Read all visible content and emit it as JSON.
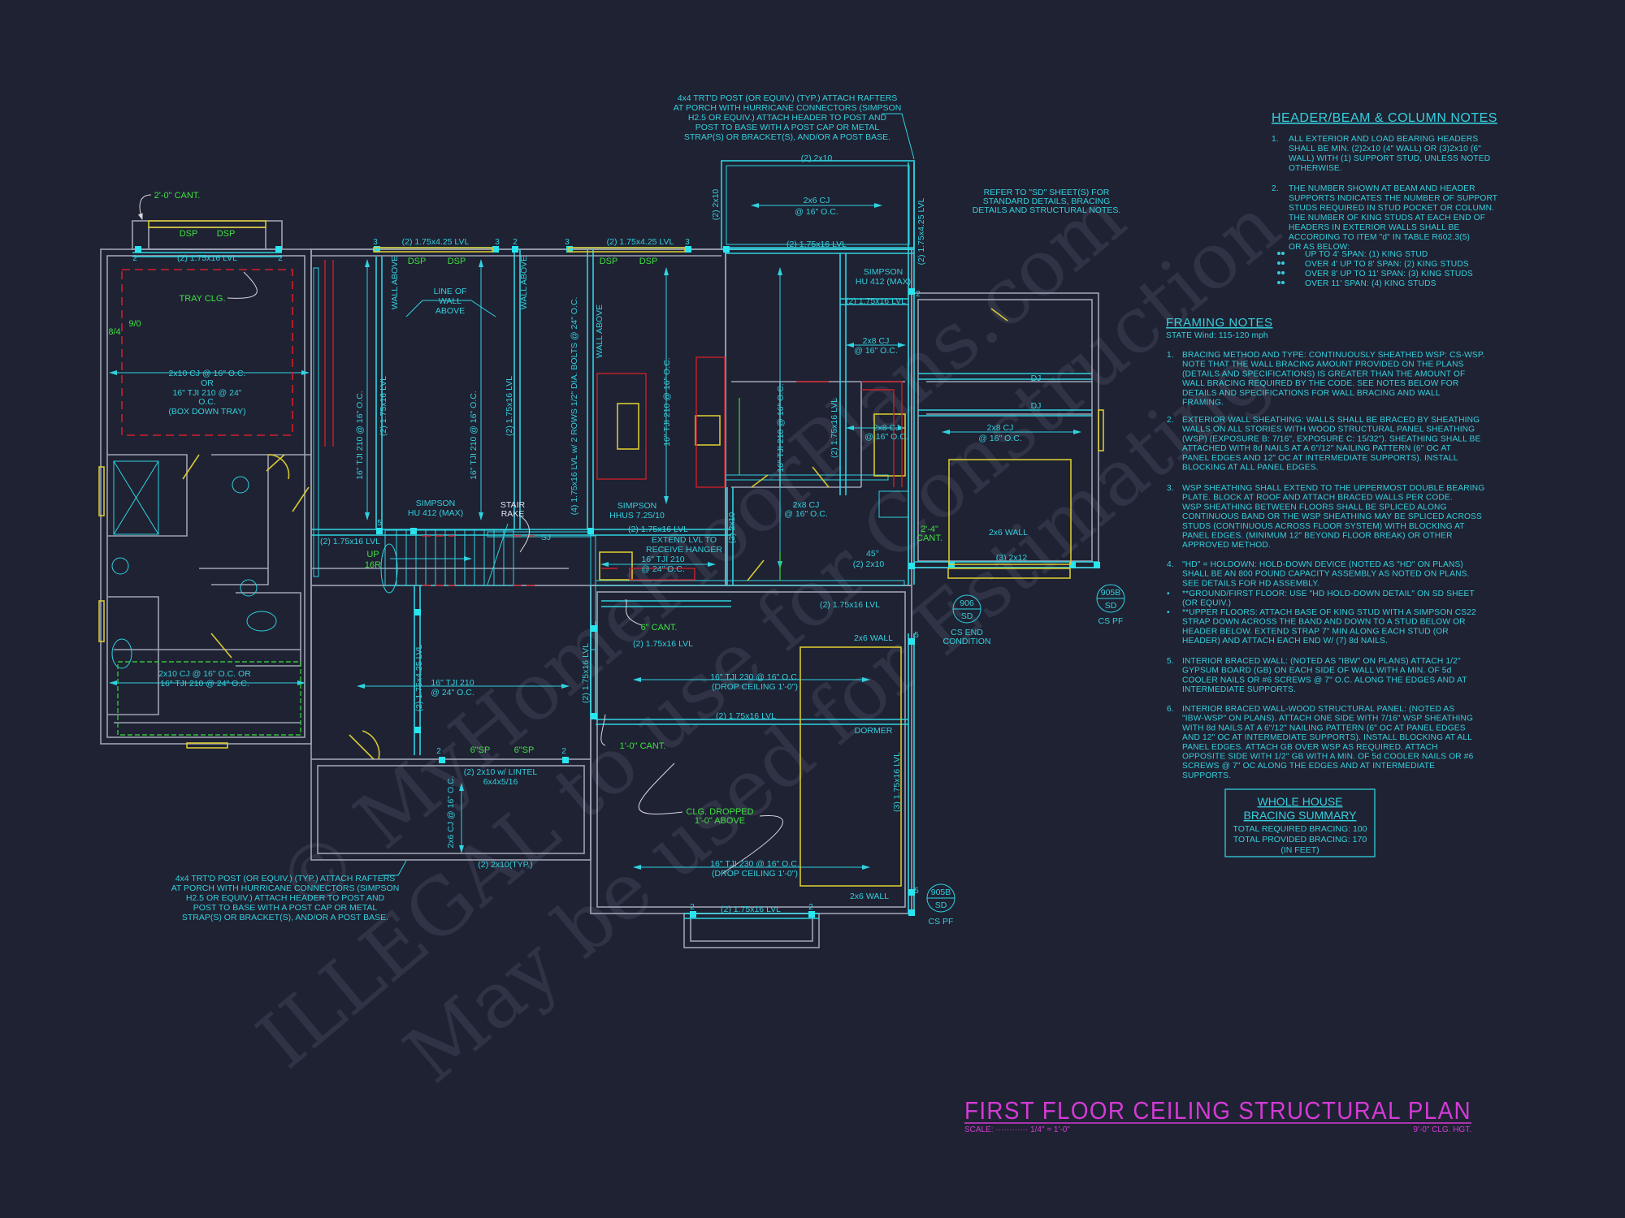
{
  "title_block": {
    "title": "FIRST FLOOR CEILING STRUCTURAL PLAN",
    "scale_label": "SCALE: ············ 1/4\" = 1'-0\"",
    "ceiling_height": "9'-0\" CLG. HGT."
  },
  "watermark": [
    "© MyHomeFloorPlans.com",
    "ILLEGAL to use for Construction",
    "May be used for Estimating"
  ],
  "callouts": {
    "top_post_note": [
      "4x4 TRT'D POST (OR EQUIV.) (TYP.) ATTACH RAFTERS",
      "AT PORCH WITH HURRICANE CONNECTORS (SIMPSON",
      "H2.5 OR EQUIV.) ATTACH HEADER TO POST AND",
      "POST TO BASE WITH A POST CAP OR METAL",
      "STRAP(S) OR BRACKET(S), AND/OR A POST BASE."
    ],
    "bottom_post_note": [
      "4x4 TRT'D POST (OR EQUIV.) (TYP.) ATTACH RAFTERS",
      "AT PORCH WITH HURRICANE CONNECTORS (SIMPSON",
      "H2.5 OR EQUIV.) ATTACH HEADER TO POST AND",
      "POST TO BASE WITH A POST CAP OR METAL",
      "STRAP(S) OR BRACKET(S), AND/OR A POST BASE."
    ],
    "refer_note": [
      "REFER TO \"SD\" SHEET(S) FOR",
      "STANDARD DETAILS, BRACING",
      "DETAILS AND STRUCTURAL NOTES."
    ]
  },
  "header_notes": {
    "title": "HEADER/BEAM & COLUMN NOTES",
    "item1_num": "1.",
    "item1": [
      "ALL EXTERIOR AND LOAD BEARING HEADERS",
      "SHALL BE MIN. (2)2x10 (4\" WALL) OR (3)2x10 (6\"",
      "WALL) WITH (1) SUPPORT STUD, UNLESS NOTED",
      "OTHERWISE."
    ],
    "item2_num": "2.",
    "item2": [
      "THE NUMBER SHOWN AT BEAM AND HEADER",
      "SUPPORTS INDICATES THE NUMBER OF SUPPORT",
      "STUDS REQUIRED IN STUD POCKET OR COLUMN.",
      "THE NUMBER OF KING STUDS AT EACH END OF",
      "HEADERS IN EXTERIOR WALLS SHALL BE",
      "ACCORDING TO ITEM \"d\" IN TABLE R602.3(5)",
      "OR AS BELOW:"
    ],
    "bullets": [
      "UP TO 4' SPAN: (1) KING STUD",
      "OVER 4' UP TO 8' SPAN: (2) KING STUDS",
      "OVER 8' UP TO 11' SPAN: (3) KING STUDS",
      "OVER 11' SPAN: (4) KING STUDS"
    ]
  },
  "framing_notes": {
    "title": "FRAMING NOTES",
    "wind": "STATE Wind: 115-120 mph",
    "items": [
      {
        "num": "1.",
        "lines": [
          "BRACING METHOD AND TYPE: CONTINUOUSLY SHEATHED WSP: CS-WSP.",
          "NOTE THAT THE WALL BRACING AMOUNT PROVIDED ON THE PLANS",
          "(DETAILS AND SPECIFICATIONS) IS GREATER THAN THE AMOUNT OF",
          "WALL BRACING REQUIRED BY THE CODE. SEE NOTES BELOW FOR",
          "DETAILS AND SPECIFICATIONS FOR WALL BRACING AND WALL",
          "FRAMING."
        ]
      },
      {
        "num": "2.",
        "lines": [
          "EXTERIOR WALL SHEATHING: WALLS SHALL BE BRACED BY SHEATHING",
          "WALLS ON ALL STORIES WITH WOOD STRUCTURAL PANEL SHEATHING",
          "(WSP) (EXPOSURE B: 7/16\", EXPOSURE C: 15/32\"). SHEATHING SHALL BE",
          "ATTACHED WITH 8d NAILS AT A 6\"/12\" NAILING PATTERN (6\" OC AT",
          "PANEL EDGES AND 12\" OC AT INTERMEDIATE SUPPORTS). INSTALL",
          "BLOCKING AT ALL PANEL EDGES."
        ]
      },
      {
        "num": "3.",
        "lines": [
          "WSP SHEATHING SHALL EXTEND TO THE UPPERMOST DOUBLE BEARING",
          "PLATE. BLOCK AT ROOF AND ATTACH BRACED WALLS PER CODE.",
          "WSP SHEATHING BETWEEN FLOORS SHALL BE SPLICED ALONG",
          "CONTINUOUS BAND OR THE WSP SHEATHING MAY BE SPLICED ACROSS",
          "STUDS (CONTINUOUS ACROSS FLOOR SYSTEM) WITH BLOCKING AT",
          "PANEL EDGES. (MINIMUM 12\" BEYOND FLOOR BREAK) OR OTHER",
          "APPROVED METHOD."
        ]
      },
      {
        "num": "4.",
        "lines": [
          "\"HD\" = HOLDOWN: HOLD-DOWN DEVICE (NOTED AS \"HD\" ON PLANS)",
          "SHALL BE AN 800 POUND CAPACITY ASSEMBLY AS NOTED ON PLANS.",
          "SEE DETAILS FOR HD ASSEMBLY."
        ]
      },
      {
        "num": "•",
        "lines": [
          "**GROUND/FIRST FLOOR: USE \"HD HOLD-DOWN DETAIL\" ON SD SHEET",
          "(OR EQUIV.)"
        ]
      },
      {
        "num": "•",
        "lines": [
          "**UPPER FLOORS: ATTACH BASE OF KING STUD WITH A SIMPSON CS22",
          "STRAP DOWN ACROSS THE BAND AND DOWN TO A STUD BELOW OR",
          "HEADER BELOW.  EXTEND STRAP 7\" MIN ALONG EACH STUD (OR",
          "HEADER) AND ATTACH EACH END W/ (7) 8d NAILS."
        ]
      },
      {
        "num": "5.",
        "lines": [
          "INTERIOR BRACED WALL: (NOTED AS \"IBW\" ON PLANS) ATTACH 1/2\"",
          "GYPSUM BOARD (GB) ON EACH SIDE OF WALL WITH A MIN. OF 5d",
          "COOLER NAILS OR #6 SCREWS @ 7\" O.C. ALONG THE EDGES AND AT",
          "INTERMEDIATE SUPPORTS."
        ]
      },
      {
        "num": "6.",
        "lines": [
          "INTERIOR BRACED WALL-WOOD STRUCTURAL PANEL: (NOTED AS",
          "\"IBW-WSP\" ON PLANS). ATTACH ONE SIDE WITH 7/16\" WSP SHEATHING",
          "WITH 8d NAILS AT A 6\"/12\" NAILING PATTERN (6\" OC AT PANEL EDGES",
          "AND 12\" OC AT INTERMEDIATE SUPPORTS). INSTALL BLOCKING AT ALL",
          "PANEL EDGES. ATTACH GB OVER WSP AS REQUIRED. ATTACH",
          "OPPOSITE SIDE WITH 1/2\" GB WITH A MIN. OF 5d COOLER NAILS OR #6",
          "SCREWS @ 7\" OC ALONG THE EDGES AND AT INTERMEDIATE",
          "SUPPORTS."
        ]
      }
    ]
  },
  "bracing_summary": {
    "title1": "WHOLE HOUSE",
    "title2": "BRACING SUMMARY",
    "required": "TOTAL REQUIRED BRACING: 100",
    "provided": "TOTAL PROVIDED BRACING: 170",
    "unit": "(IN FEET)"
  },
  "plan": {
    "cant_2_0": "2'-0\" CANT.",
    "dsp": "DSP",
    "lvl_16": "(2) 1.75x16 LVL",
    "lvl_425": "(2) 1.75x4.25 LVL",
    "lvl_3_16": "(3) 1.75x16 LVL",
    "tray": "TRAY CLG.",
    "door_90": "9/0",
    "door_84": "8/4",
    "tray_cj": [
      "2x10 CJ @ 16\" O.C.",
      "OR",
      "16\" TJI 210 @ 24\"",
      "O.C.",
      "(BOX DOWN TRAY)"
    ],
    "bath_cj": [
      "2x10 CJ @ 16\" O.C. OR",
      "16\" TJI 210 @ 24\" O.C."
    ],
    "wall_above": "WALL ABOVE",
    "line_of_wall": [
      "LINE OF",
      "WALL",
      "ABOVE"
    ],
    "tji210_16": "16\" TJI 210 @ 16\" O.C.",
    "tji210_24": [
      "16\" TJI 210",
      "@ 24\" O.C."
    ],
    "bolted_lvl": "(4) 1.75x16 LVL w/ 2 ROWS 1/2\" DIA. BOLTS @ 24\" O.C.",
    "simpson_hu": [
      "SIMPSON",
      "HU 412 (MAX)"
    ],
    "simpson_hhus": [
      "SIMPSON",
      "HHUS 7.25/10"
    ],
    "stair_rake": [
      "STAIR",
      "RAKE"
    ],
    "up": "UP",
    "risers": "16R",
    "sj": "SJ",
    "extend": [
      "EXTEND LVL TO",
      "RECEIVE HANGER"
    ],
    "two_2x10": "(2) 2x10",
    "cant_6": "6\" CANT.",
    "cant_1_0": "1'-0\" CANT.",
    "cant_2_4": [
      "2'-4\"",
      "CANT."
    ],
    "sp6": "6\"SP",
    "lintel": [
      "(2) 2x10 w/ LINTEL",
      "6x4x5/16"
    ],
    "cj_2x6": "2x6 CJ @ 16\" O.C.",
    "cj_2x6_lines": [
      "2x6 CJ",
      "@ 16\" O.C."
    ],
    "cj_2x8_lines": [
      "2x8 CJ",
      "@ 16\" O.C."
    ],
    "typ_2x10": "(2) 2x10(TYP.)",
    "angle": "45°",
    "wall_2x6": "2x6 WALL",
    "tji230": [
      "16\" TJI 230 @ 16\" O.C.",
      "(DROP CEILING 1'-0\")"
    ],
    "dormer": "DORMER",
    "clg_dropped": [
      "CLG. DROPPED",
      "1'-0\" ABOVE"
    ],
    "dj": "DJ",
    "three_2x12": "(3) 2x12",
    "detail_906": [
      "906",
      "SD"
    ],
    "detail_905b": [
      "905B",
      "SD"
    ],
    "cs_end": [
      "CS END",
      "CONDITION"
    ],
    "cs_pf": "CS PF",
    "studs": [
      "2",
      "3",
      "5"
    ]
  },
  "colors": {
    "background": "#1e2233",
    "structure_cyan": "#2fd3e0",
    "walls_gray": "#9ea3b4",
    "fixtures_yellow": "#d8c832",
    "notes_green": "#3fe040",
    "cabinets_red": "#c8202a",
    "title_magenta": "#d63ad6"
  }
}
